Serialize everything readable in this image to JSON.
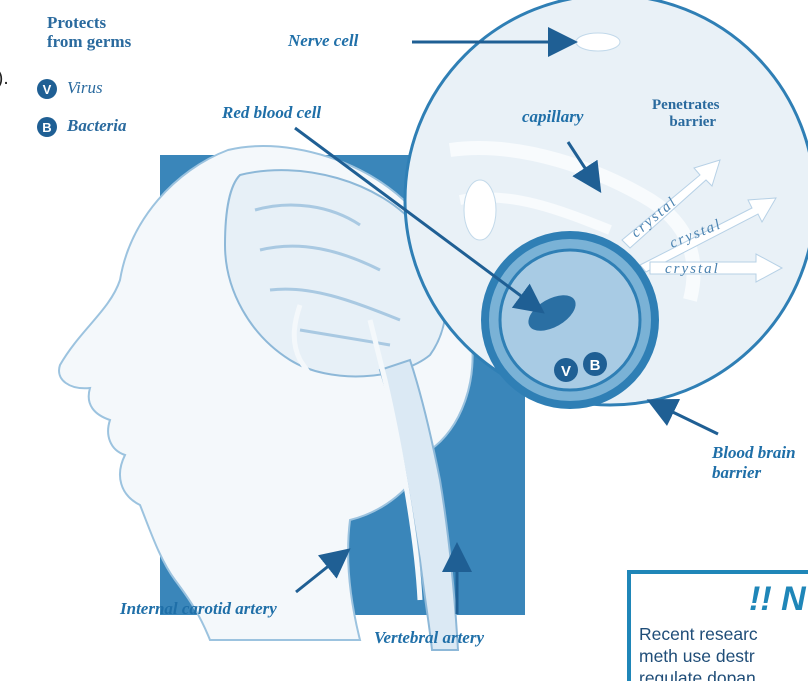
{
  "legend": {
    "heading_line1": "Protects",
    "heading_line2": "from germs",
    "virus_badge": "V",
    "virus_label": "Virus",
    "bacteria_badge": "B",
    "bacteria_label": "Bacteria"
  },
  "cropped_text": ").",
  "labels": {
    "nerve_cell": "Nerve cell",
    "red_blood_cell": "Red blood cell",
    "capillary": "capillary",
    "penetrates_line1": "Penetrates",
    "penetrates_line2": "barrier",
    "crystal_1": "crystal",
    "crystal_2": "crystal",
    "crystal_3": "crystal",
    "blood_brain_line1": "Blood brain",
    "blood_brain_line2": "barrier",
    "internal_carotid": "Internal carotid artery",
    "vertebral": "Vertebral artery"
  },
  "note": {
    "title": "!! N",
    "line1": "Recent researc",
    "line2": "meth use destr",
    "line3": "regulate dopan"
  },
  "colors": {
    "illustration_blue": "#2f7fb5",
    "label_blue": "#1f6fa8",
    "note_border": "#1f86b8"
  }
}
